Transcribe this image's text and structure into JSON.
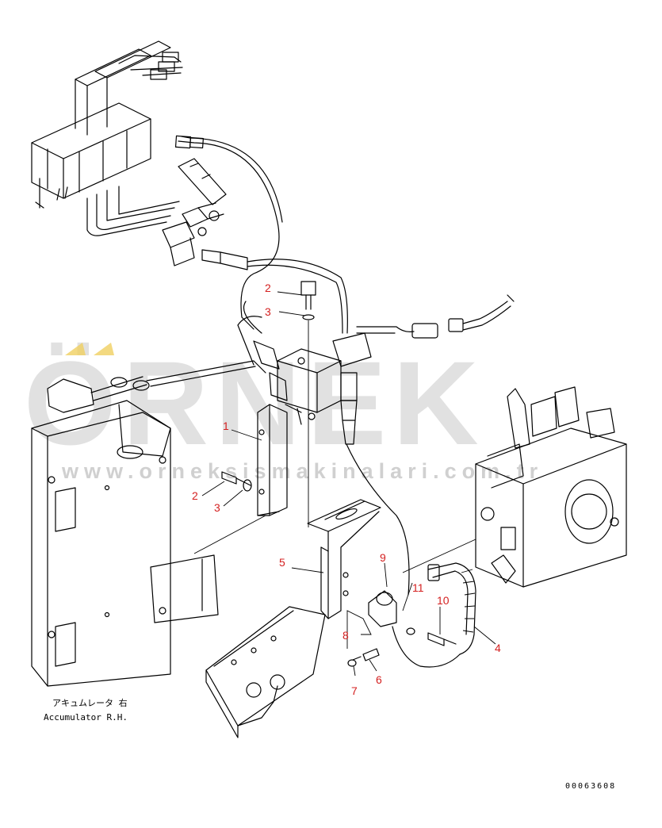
{
  "watermark": {
    "brand": "ÖRNEK",
    "url": "www.orneksismakinalari.com.tr"
  },
  "callouts": [
    {
      "id": "c-2-top",
      "label": "2"
    },
    {
      "id": "c-3-top",
      "label": "3"
    },
    {
      "id": "c-1",
      "label": "1"
    },
    {
      "id": "c-2-mid",
      "label": "2"
    },
    {
      "id": "c-3-mid",
      "label": "3"
    },
    {
      "id": "c-5",
      "label": "5"
    },
    {
      "id": "c-9",
      "label": "9"
    },
    {
      "id": "c-11",
      "label": "11"
    },
    {
      "id": "c-10",
      "label": "10"
    },
    {
      "id": "c-4",
      "label": "4"
    },
    {
      "id": "c-8",
      "label": "8"
    },
    {
      "id": "c-6",
      "label": "6"
    },
    {
      "id": "c-7",
      "label": "7"
    }
  ],
  "caption": {
    "japanese": "アキュムレータ 右",
    "english": "Accumulator R.H."
  },
  "document_number": "00063608"
}
